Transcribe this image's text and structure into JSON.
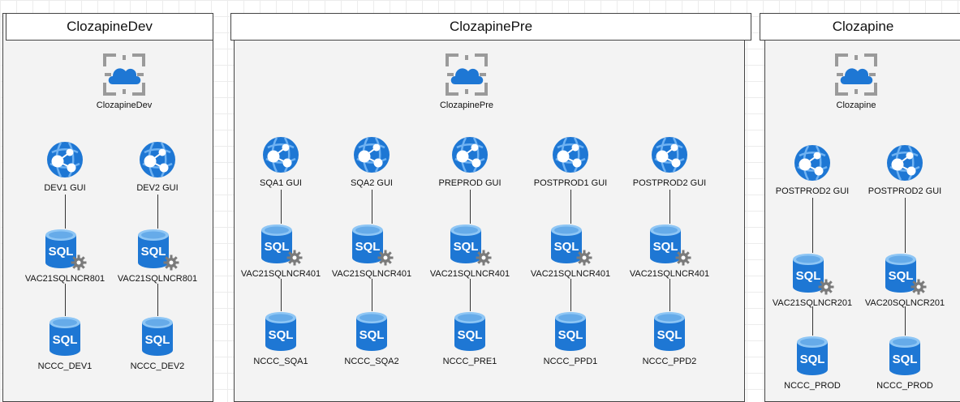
{
  "colors": {
    "accent": "#1E77D4",
    "panel_background": "#f3f3f3",
    "border": "#444444",
    "gear": "#7a7a7a"
  },
  "groups": [
    {
      "title": "ClozapineDev",
      "cloud_service": {
        "icon": "cloud-service-icon",
        "label": "ClozapineDev"
      },
      "stacks": [
        {
          "app": {
            "icon": "web-app-icon",
            "label": "DEV1 GUI"
          },
          "server": {
            "icon": "sql-server-icon",
            "label": "VAC21SQLNCR801"
          },
          "database": {
            "icon": "sql-database-icon",
            "label": "NCCC_DEV1"
          }
        },
        {
          "app": {
            "icon": "web-app-icon",
            "label": "DEV2 GUI"
          },
          "server": {
            "icon": "sql-server-icon",
            "label": "VAC21SQLNCR801"
          },
          "database": {
            "icon": "sql-database-icon",
            "label": "NCCC_DEV2"
          }
        }
      ]
    },
    {
      "title": "ClozapinePre",
      "cloud_service": {
        "icon": "cloud-service-icon",
        "label": "ClozapinePre"
      },
      "stacks": [
        {
          "app": {
            "icon": "web-app-icon",
            "label": "SQA1 GUI"
          },
          "server": {
            "icon": "sql-server-icon",
            "label": "VAC21SQLNCR401"
          },
          "database": {
            "icon": "sql-database-icon",
            "label": "NCCC_SQA1"
          }
        },
        {
          "app": {
            "icon": "web-app-icon",
            "label": "SQA2 GUI"
          },
          "server": {
            "icon": "sql-server-icon",
            "label": "VAC21SQLNCR401"
          },
          "database": {
            "icon": "sql-database-icon",
            "label": "NCCC_SQA2"
          }
        },
        {
          "app": {
            "icon": "web-app-icon",
            "label": "PREPROD GUI"
          },
          "server": {
            "icon": "sql-server-icon",
            "label": "VAC21SQLNCR401"
          },
          "database": {
            "icon": "sql-database-icon",
            "label": "NCCC_PRE1"
          }
        },
        {
          "app": {
            "icon": "web-app-icon",
            "label": "POSTPROD1 GUI"
          },
          "server": {
            "icon": "sql-server-icon",
            "label": "VAC21SQLNCR401"
          },
          "database": {
            "icon": "sql-database-icon",
            "label": "NCCC_PPD1"
          }
        },
        {
          "app": {
            "icon": "web-app-icon",
            "label": "POSTPROD2 GUI"
          },
          "server": {
            "icon": "sql-server-icon",
            "label": "VAC21SQLNCR401"
          },
          "database": {
            "icon": "sql-database-icon",
            "label": "NCCC_PPD2"
          }
        }
      ]
    },
    {
      "title": "Clozapine",
      "cloud_service": {
        "icon": "cloud-service-icon",
        "label": "Clozapine"
      },
      "stacks": [
        {
          "app": {
            "icon": "web-app-icon",
            "label": "POSTPROD2 GUI"
          },
          "server": {
            "icon": "sql-server-icon",
            "label": "VAC21SQLNCR201"
          },
          "database": {
            "icon": "sql-database-icon",
            "label": "NCCC_PROD"
          }
        },
        {
          "app": {
            "icon": "web-app-icon",
            "label": "POSTPROD2 GUI"
          },
          "server": {
            "icon": "sql-server-icon",
            "label": "VAC20SQLNCR201"
          },
          "database": {
            "icon": "sql-database-icon",
            "label": "NCCC_PROD"
          }
        }
      ]
    }
  ]
}
